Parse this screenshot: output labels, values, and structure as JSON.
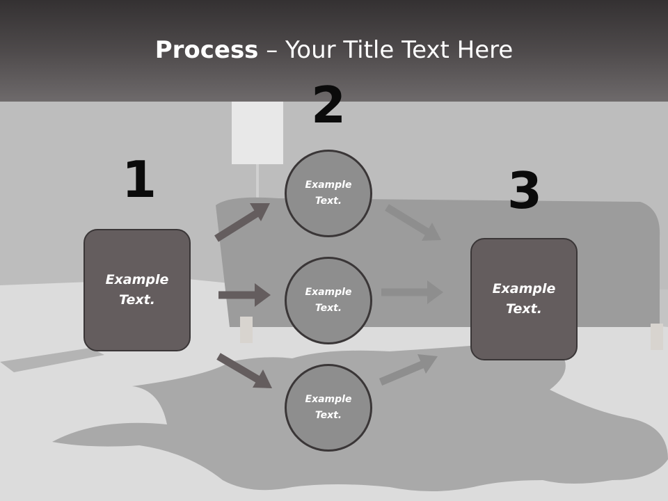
{
  "title": {
    "bold": "Process",
    "rest": " – Your Title Text Here"
  },
  "steps": [
    {
      "number": "1",
      "text": "Example\nText."
    },
    {
      "number": "2",
      "items": [
        "Example\nText.",
        "Example\nText.",
        "Example\nText."
      ]
    },
    {
      "number": "3",
      "text": "Example\nText."
    }
  ],
  "colors": {
    "box_fill": "#645d5e",
    "circle_fill": "#8e8e8e",
    "outline": "#3a3637",
    "arrow_dark": "#645d5e",
    "arrow_light": "#8e8e8e",
    "title_bar": "#4e4a4b"
  }
}
